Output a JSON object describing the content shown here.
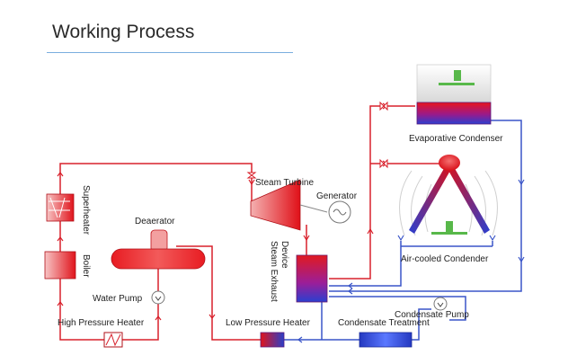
{
  "title": "Working Process",
  "labels": {
    "superheater": "Superheater",
    "boiler": "Boiler",
    "deaerator": "Deaerator",
    "water_pump": "Water Pump",
    "high_pressure_heater": "High Pressure Heater",
    "steam_turbine": "Steam Turbine",
    "generator": "Generator",
    "steam_exhaust_device": "Steam Exhaust Device",
    "low_pressure_heater": "Low Pressure Heater",
    "condensate_treatment": "Condensate Treatment",
    "condensate_pump": "Condensate Pump",
    "evaporative_condenser": "Evaporative Condenser",
    "air_cooled_condenser": "Air-cooled Condender"
  },
  "colors": {
    "hot": "#d8202b",
    "cold": "#3a55c8",
    "accent_rule": "#7aaede",
    "fan_green": "#58b84a"
  }
}
